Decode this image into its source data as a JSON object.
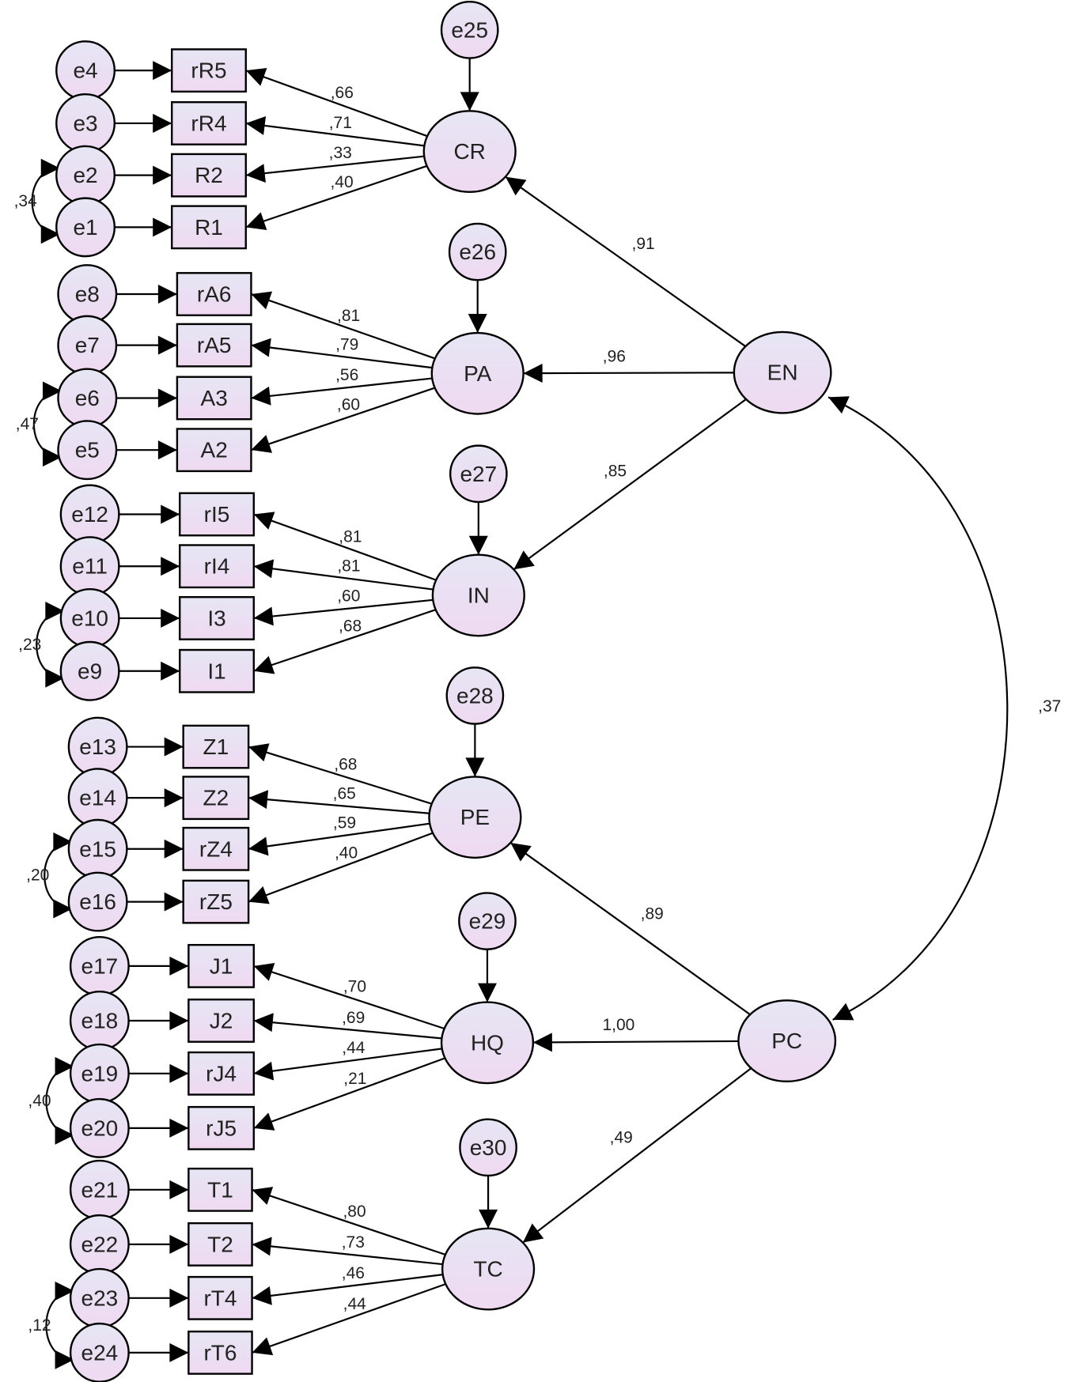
{
  "colors": {
    "node_fill": "#eadcf2",
    "node_stroke": "#000000",
    "edge": "#000000",
    "text": "#222222"
  },
  "latent_factors": [
    "CR",
    "PA",
    "IN",
    "PE",
    "HQ",
    "TC",
    "EN",
    "PC"
  ],
  "second_order": [
    {
      "from": "EN",
      "to": "CR",
      "coef": ",91"
    },
    {
      "from": "EN",
      "to": "PA",
      "coef": ",96"
    },
    {
      "from": "EN",
      "to": "IN",
      "coef": ",85"
    },
    {
      "from": "PC",
      "to": "PE",
      "coef": ",89"
    },
    {
      "from": "PC",
      "to": "HQ",
      "coef": "1,00"
    },
    {
      "from": "PC",
      "to": "TC",
      "coef": ",49"
    }
  ],
  "factor_correlation": {
    "between": [
      "EN",
      "PC"
    ],
    "coef": ",37"
  },
  "blocks": [
    {
      "factor": "CR",
      "disturbance": "e25",
      "items": [
        {
          "indicator": "rR5",
          "error": "e4",
          "loading": ",66"
        },
        {
          "indicator": "rR4",
          "error": "e3",
          "loading": ",71"
        },
        {
          "indicator": "R2",
          "error": "e2",
          "loading": ",33"
        },
        {
          "indicator": "R1",
          "error": "e1",
          "loading": ",40"
        }
      ],
      "error_covariance": ",34"
    },
    {
      "factor": "PA",
      "disturbance": "e26",
      "items": [
        {
          "indicator": "rA6",
          "error": "e8",
          "loading": ",81"
        },
        {
          "indicator": "rA5",
          "error": "e7",
          "loading": ",79"
        },
        {
          "indicator": "A3",
          "error": "e6",
          "loading": ",56"
        },
        {
          "indicator": "A2",
          "error": "e5",
          "loading": ",60"
        }
      ],
      "error_covariance": ",47"
    },
    {
      "factor": "IN",
      "disturbance": "e27",
      "items": [
        {
          "indicator": "rI5",
          "error": "e12",
          "loading": ",81"
        },
        {
          "indicator": "rI4",
          "error": "e11",
          "loading": ",81"
        },
        {
          "indicator": "I3",
          "error": "e10",
          "loading": ",60"
        },
        {
          "indicator": "I1",
          "error": "e9",
          "loading": ",68"
        }
      ],
      "error_covariance": ",23"
    },
    {
      "factor": "PE",
      "disturbance": "e28",
      "items": [
        {
          "indicator": "Z1",
          "error": "e13",
          "loading": ",68"
        },
        {
          "indicator": "Z2",
          "error": "e14",
          "loading": ",65"
        },
        {
          "indicator": "rZ4",
          "error": "e15",
          "loading": ",59"
        },
        {
          "indicator": "rZ5",
          "error": "e16",
          "loading": ",40"
        }
      ],
      "error_covariance": ",20"
    },
    {
      "factor": "HQ",
      "disturbance": "e29",
      "items": [
        {
          "indicator": "J1",
          "error": "e17",
          "loading": ",70"
        },
        {
          "indicator": "J2",
          "error": "e18",
          "loading": ",69"
        },
        {
          "indicator": "rJ4",
          "error": "e19",
          "loading": ",44"
        },
        {
          "indicator": "rJ5",
          "error": "e20",
          "loading": ",21"
        }
      ],
      "error_covariance": ",40"
    },
    {
      "factor": "TC",
      "disturbance": "e30",
      "items": [
        {
          "indicator": "T1",
          "error": "e21",
          "loading": ",80"
        },
        {
          "indicator": "T2",
          "error": "e22",
          "loading": ",73"
        },
        {
          "indicator": "rT4",
          "error": "e23",
          "loading": ",46"
        },
        {
          "indicator": "rT6",
          "error": "e24",
          "loading": ",44"
        }
      ],
      "error_covariance": ",12"
    }
  ]
}
